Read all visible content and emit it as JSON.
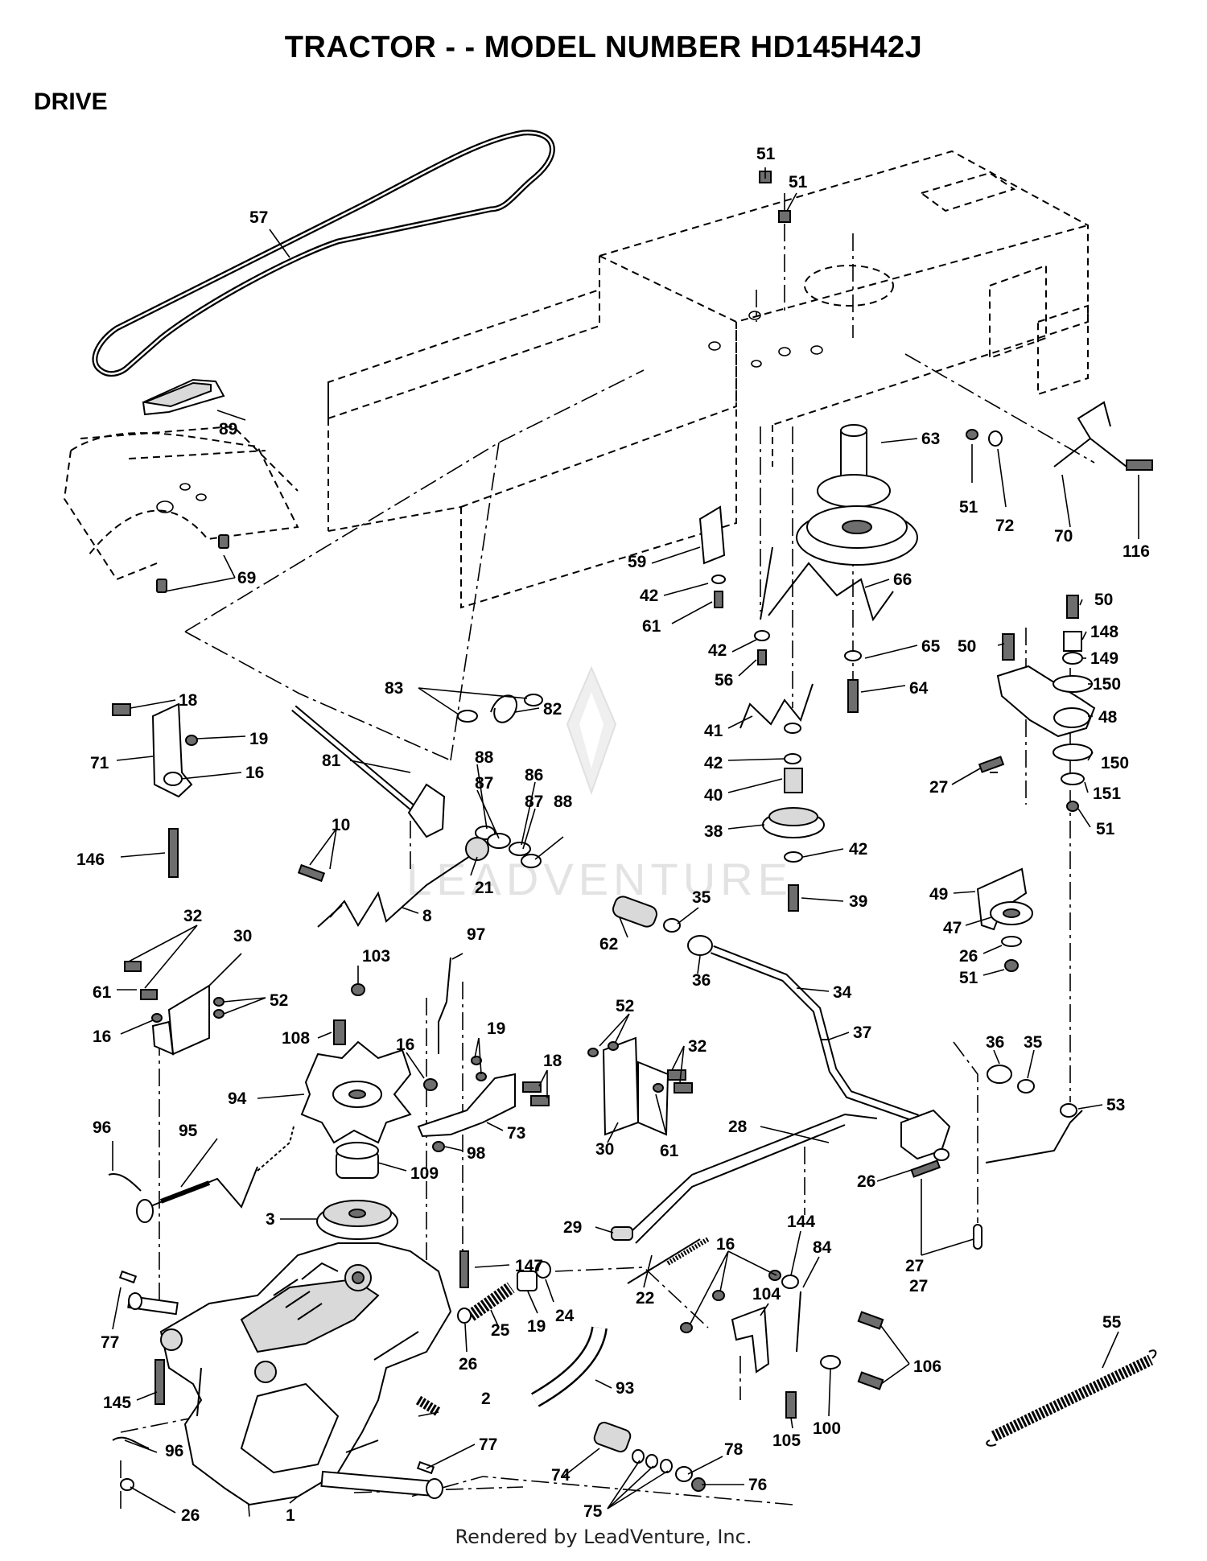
{
  "header": {
    "title": "TRACTOR - - MODEL NUMBER HD145H42J",
    "section": "DRIVE"
  },
  "watermark": "LEADVENTURE",
  "footer": "Rendered by LeadVenture, Inc.",
  "callouts": [
    "57",
    "89",
    "69",
    "51",
    "51",
    "51",
    "72",
    "70",
    "116",
    "63",
    "66",
    "59",
    "42",
    "61",
    "42",
    "56",
    "65",
    "64",
    "41",
    "42",
    "40",
    "38",
    "42",
    "39",
    "50",
    "50",
    "148",
    "149",
    "150",
    "48",
    "150",
    "151",
    "51",
    "27",
    "49",
    "47",
    "26",
    "51",
    "18",
    "19",
    "71",
    "16",
    "146",
    "83",
    "82",
    "81",
    "88",
    "87",
    "86",
    "87",
    "88",
    "10",
    "21",
    "8",
    "32",
    "30",
    "61",
    "52",
    "16",
    "103",
    "108",
    "94",
    "109",
    "3",
    "96",
    "95",
    "97",
    "16",
    "19",
    "18",
    "73",
    "98",
    "62",
    "35",
    "36",
    "34",
    "37",
    "52",
    "32",
    "30",
    "61",
    "36",
    "35",
    "53",
    "28",
    "26",
    "27",
    "29",
    "22",
    "147",
    "24",
    "19",
    "25",
    "26",
    "93",
    "16",
    "144",
    "84",
    "104",
    "106",
    "105",
    "100",
    "27",
    "55",
    "77",
    "145",
    "2",
    "96",
    "77",
    "74",
    "78",
    "75",
    "76",
    "26",
    "1"
  ],
  "colors": {
    "ink": "#000000",
    "background": "#ffffff",
    "watermark": "#e3e3e3"
  }
}
